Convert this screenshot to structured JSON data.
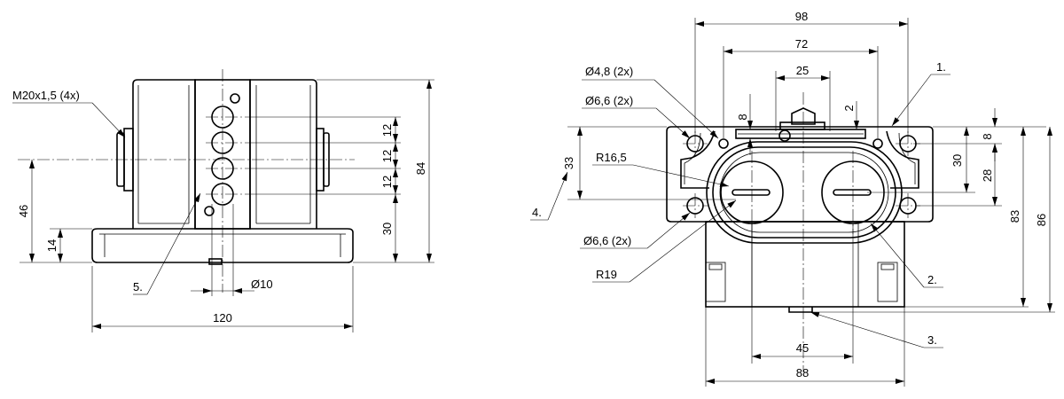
{
  "labels": {
    "thread": "M20x1,5 (4x)",
    "dia_4_8": "Ø4,8 (2x)",
    "dia_6_6_top": "Ø6,6 (2x)",
    "dia_6_6_bottom": "Ø6,6 (2x)",
    "r16_5": "R16,5",
    "r19": "R19",
    "dia_10": "Ø10"
  },
  "dimensions": {
    "d12a": "12",
    "d12b": "12",
    "d12c": "12",
    "d84": "84",
    "d30_left": "30",
    "d46": "46",
    "d14": "14",
    "d120": "120",
    "d98": "98",
    "d72": "72",
    "d25": "25",
    "d8_top": "8",
    "d2": "2",
    "d33": "33",
    "d8_right": "8",
    "d30_right": "30",
    "d28": "28",
    "d83": "83",
    "d86": "86",
    "d45": "45",
    "d88": "88"
  },
  "callouts": {
    "c1": "1.",
    "c2": "2.",
    "c3": "3.",
    "c4": "4.",
    "c5": "5."
  }
}
